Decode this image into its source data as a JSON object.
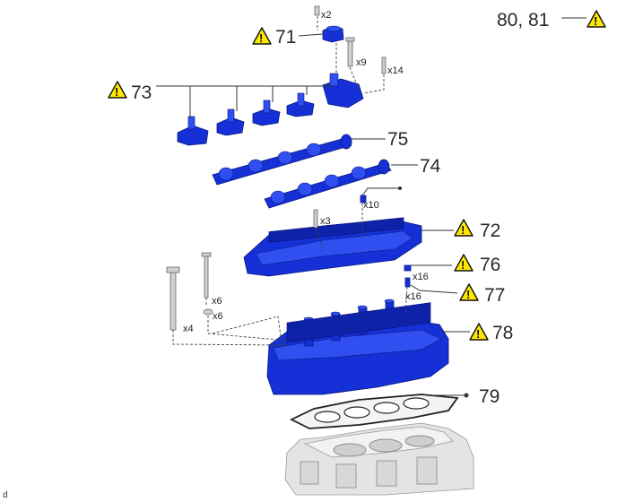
{
  "callouts": {
    "c71": "71",
    "c72": "72",
    "c73": "73",
    "c74": "74",
    "c75": "75",
    "c76": "76",
    "c77": "77",
    "c78": "78",
    "c79": "79",
    "c8081": "80, 81"
  },
  "quantities": {
    "q_x2": "x2",
    "q_x9": "x9",
    "q_x14": "x14",
    "q_x10": "x10",
    "q_x3": "x3",
    "q_x16a": "x16",
    "q_x16b": "x16",
    "q_x6a": "x6",
    "q_x6b": "x6",
    "q_x4": "x4"
  },
  "warning_mark": "!",
  "figure_code": "d",
  "colors": {
    "part": "#1530d6",
    "warning": "#ffe800",
    "background_engine": "#e4e4e4"
  }
}
